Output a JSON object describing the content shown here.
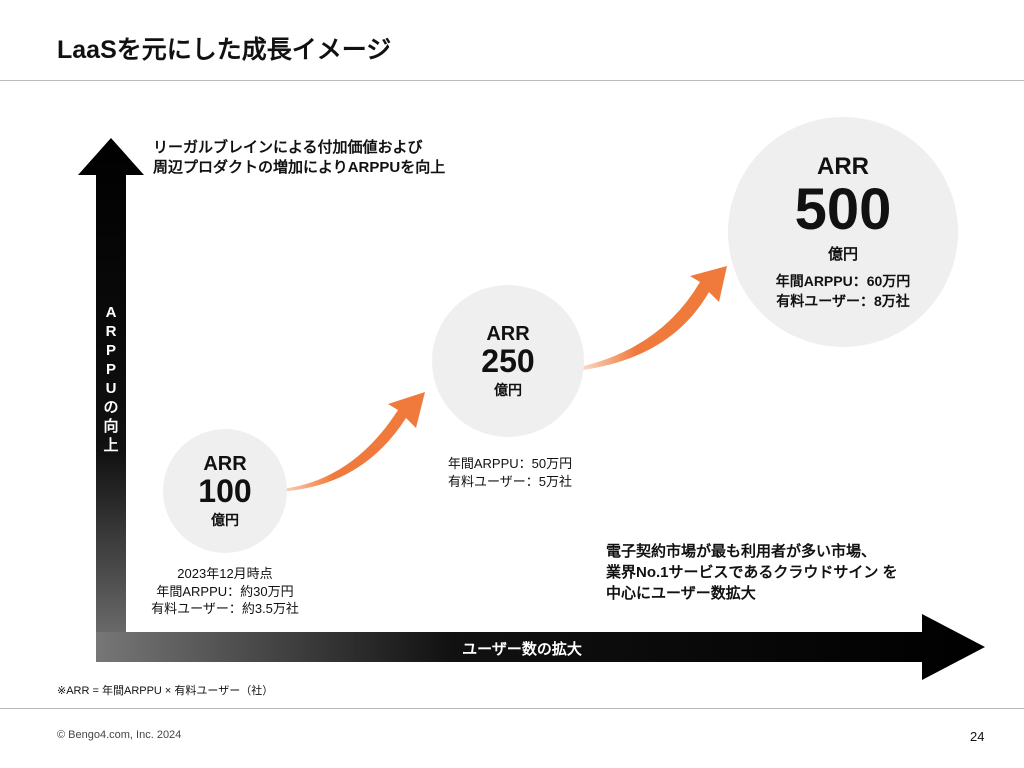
{
  "title": "LaaSを元にした成長イメージ",
  "y_axis_label": [
    "A",
    "R",
    "P",
    "P",
    "U",
    "の",
    "向",
    "上"
  ],
  "x_axis_label": "ユーザー数の拡大",
  "top_note": [
    "リーガルブレインによる付加価値および",
    "周辺プロダクトの増加によりARPPUを向上"
  ],
  "bottom_note": [
    "電子契約市場が最も利用者が多い市場、",
    "業界No.1サービスであるクラウドサイン を",
    "中心にユーザー数拡大"
  ],
  "stages": [
    {
      "label": "ARR",
      "value": "100",
      "unit": "億円",
      "notes": [
        "2023年12月時点",
        "年間ARPPU：約30万円",
        "有料ユーザー：約3.5万社"
      ]
    },
    {
      "label": "ARR",
      "value": "250",
      "unit": "億円",
      "notes": [
        "年間ARPPU：50万円",
        "有料ユーザー：5万社"
      ]
    },
    {
      "label": "ARR",
      "value": "500",
      "unit": "億円",
      "notes": [
        "年間ARPPU：60万円",
        "有料ユーザー：8万社"
      ]
    }
  ],
  "footnote": "※ARR = 年間ARPPU × 有料ユーザー（社）",
  "copyright": "© Bengo4.com, Inc. 2024",
  "page_number": "24",
  "colors": {
    "accent": "#f07a3c",
    "circle": "#efefef"
  }
}
